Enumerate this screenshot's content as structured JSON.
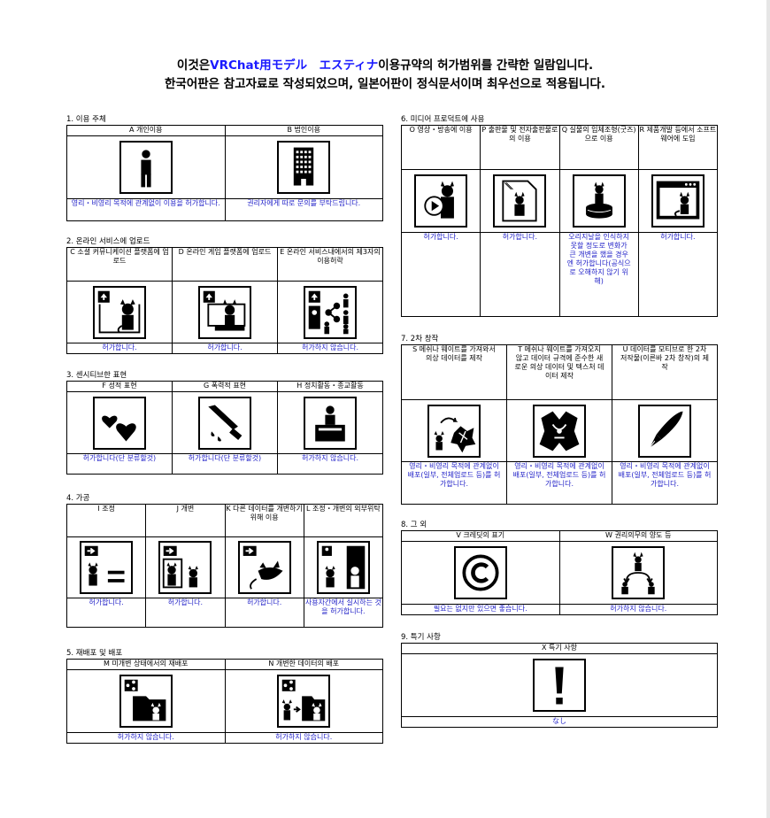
{
  "header": {
    "line1_pre": "이것은",
    "line1_accent": "VRChat用モデル　エスティナ",
    "line1_post": "이용규약의 허가범위를 간략한 일람입니다.",
    "line2": "한국어판은 참고자료로 작성되었으며, 일본어판이 정식문서이며 최우선으로 적용됩니다."
  },
  "sections": {
    "s1": {
      "title": "1. 이용 주체",
      "cols": [
        {
          "header": "A 개인이용",
          "icon": "person-icon",
          "perm": "영리・비영리 목적에 관계없이 이용을 허가합니다."
        },
        {
          "header": "B 법인이용",
          "icon": "building-icon",
          "perm": "권리자에게 따로 문의를 부탁드립니다."
        }
      ]
    },
    "s2": {
      "title": "2. 온라인 서비스에 업로드",
      "cols": [
        {
          "header": "C 소셜 커뮤니케이션 플랫폼에 업로드",
          "icon": "upload-social-icon",
          "perm": "허가합니다."
        },
        {
          "header": "D 온라인 게임 플랫폼에 업로드",
          "icon": "upload-game-icon",
          "perm": "허가합니다."
        },
        {
          "header": "E 온라인 서비스내에서의 제3자의 이용허락",
          "icon": "share-third-party-icon",
          "perm": "허가하지 않습니다."
        }
      ]
    },
    "s3": {
      "title": "3. 센시티브한 표현",
      "cols": [
        {
          "header": "F 성적 표현",
          "icon": "hearts-icon",
          "perm": "허가합니다(단 분류할것)"
        },
        {
          "header": "G 폭력적 표현",
          "icon": "knife-icon",
          "perm": "허가합니다(단 분류할것)"
        },
        {
          "header": "H 정치활동・종교활동",
          "icon": "speaker-podium-icon",
          "perm": "허가하지 않습니다."
        }
      ]
    },
    "s4": {
      "title": "4. 가공",
      "cols": [
        {
          "header": "I 조정",
          "icon": "adjust-icon",
          "perm": "허가합니다."
        },
        {
          "header": "J 개변",
          "icon": "modify-icon",
          "perm": "허가합니다."
        },
        {
          "header": "K 다른 데이터를 개변하기 위해 이용",
          "icon": "use-for-other-icon",
          "perm": "허가합니다."
        },
        {
          "header": "L 조정・개변의 외부위탁",
          "icon": "outsource-icon",
          "perm": "사용자간에서 실시하는 것을 허가합니다."
        }
      ]
    },
    "s5": {
      "title": "5. 재배포 및 배포",
      "cols": [
        {
          "header": "M 미개변 상태에서의 재배포",
          "icon": "redistribute-icon",
          "perm": "허가하지 않습니다."
        },
        {
          "header": "N 개변한 데이터의 배포",
          "icon": "distribute-modified-icon",
          "perm": "허가하지 않습니다."
        }
      ]
    },
    "s6": {
      "title": "6. 미디어 프로덕트에 사용",
      "cols": [
        {
          "header": "O 영상・방송에 이용",
          "icon": "video-icon",
          "perm": "허가합니다."
        },
        {
          "header": "P 출판물 및 전자출판물로의 이용",
          "icon": "publication-icon",
          "perm": "허가합니다."
        },
        {
          "header": "Q 실물의 입체조형(굿즈)으로 이용",
          "icon": "figure-icon",
          "perm": "오리지날을 인식하지 못할 정도로 변화가 큰 개변을 했을 경우엔 허가합니다(공식으로 오해하지 않기 위해)"
        },
        {
          "header": "R 제품개발 등에서 소프트웨어에 도입",
          "icon": "software-icon",
          "perm": "허가합니다."
        }
      ]
    },
    "s7": {
      "title": "7. 2차 창작",
      "cols": [
        {
          "header": "S 메쉬나 웨이트를 가져와서 의상 데이터를 제작",
          "icon": "mesh-to-outfit-icon",
          "perm": "영리・비영리 목적에 관계없이 배포(일부, 전체업로드 등)를 허가합니다."
        },
        {
          "header": "T 메쉬나 웨이트를 가져오지 않고 데이터 규격에 준수한 새로운 의상 데이터 및 텍스처 데이터 제작",
          "icon": "outfit-icon",
          "perm": "영리・비영리 목적에 관계없이 배포(일부, 전체업로드 등)를 허가합니다."
        },
        {
          "header": "U 데이터를 모티브로 한 2차 저작물(이른바 2차 창작)의 제작",
          "icon": "pen-icon",
          "perm": "영리・비영리 목적에 관계없이 배포(일부, 전체업로드 등)를 허가합니다."
        }
      ]
    },
    "s8": {
      "title": "8. 그 외",
      "cols": [
        {
          "header": "V 크레딧의 표기",
          "icon": "copyright-icon",
          "perm": "필요는 없지만 있으면 좋습니다."
        },
        {
          "header": "W 권리의무의 양도 등",
          "icon": "transfer-rights-icon",
          "perm": "허가하지 않습니다."
        }
      ]
    },
    "s9": {
      "title": "9. 특기 사항",
      "cols": [
        {
          "header": "X 특기 사항",
          "icon": "exclamation-icon",
          "perm": "なし"
        }
      ]
    }
  }
}
